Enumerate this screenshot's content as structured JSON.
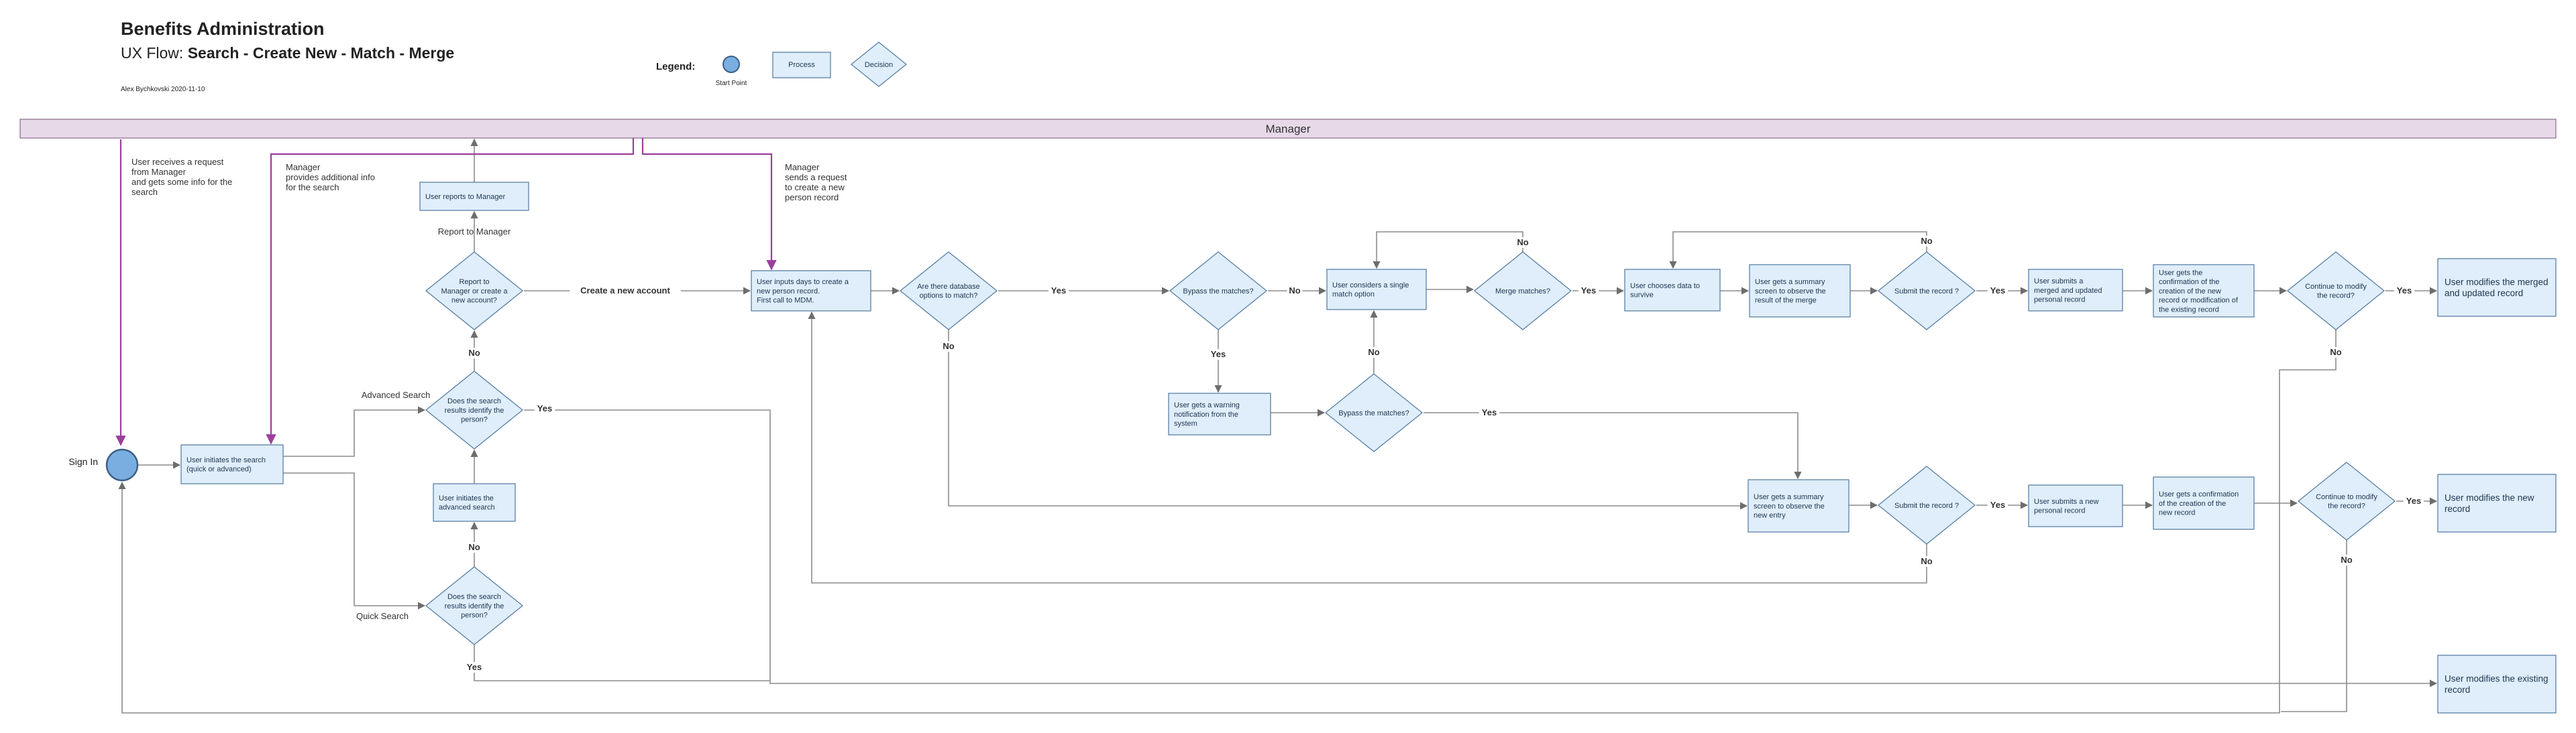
{
  "header": {
    "title": "Benefits Administration",
    "subtitle_prefix": "UX Flow: ",
    "subtitle_main": "Search - Create New - Match - Merge",
    "author": "Alex Bychkovski 2020-11-10"
  },
  "legend": {
    "label": "Legend:",
    "start": "Start Point",
    "process": "Process",
    "decision": "Decision"
  },
  "swimlane": {
    "label": "Manager"
  },
  "colors": {
    "node_fill": "#dfeefa",
    "node_stroke": "#5a7fa6",
    "start_fill": "#7aaee0",
    "lane_fill": "#e8d9e8",
    "lane_stroke": "#8a6a8a",
    "edge": "#8c8c8c",
    "manager_edge": "#9b3f9b"
  },
  "notes": {
    "n1": [
      "User receives a request",
      "from Manager",
      "and gets some info for the",
      "search"
    ],
    "n2": [
      "Manager",
      "provides additional info",
      "for the search"
    ],
    "n3": [
      "Manager",
      "sends a request",
      "to create a new",
      "person record"
    ]
  },
  "nodes": {
    "start": "Sign In",
    "initiate": [
      "User initiates the search",
      "(quick or advanced)"
    ],
    "adv_init": [
      "User initiates the",
      "advanced search"
    ],
    "reports": [
      "User reports to Manager"
    ],
    "d_report": [
      "Report to",
      "Manager or create a",
      "new account?"
    ],
    "d_adv": [
      "Does the search",
      "results identify the",
      "person?"
    ],
    "d_quick": [
      "Does the search",
      "results identify the",
      "person?"
    ],
    "inputs": [
      "User inputs days to create a",
      "new person record.",
      "First call to MDM."
    ],
    "d_db": [
      "Are there database",
      "options to match?"
    ],
    "d_bypass1": [
      "Bypass the matches?"
    ],
    "warning": [
      "User gets a warning",
      "notification from the",
      "system"
    ],
    "d_bypass2": [
      "Bypass the matches?"
    ],
    "single": [
      "User considers a single",
      "match option"
    ],
    "d_merge": [
      "Merge matches?"
    ],
    "chooses": [
      "User chooses data to",
      "survive"
    ],
    "summary_merge": [
      "User gets a summary",
      "screen to observe the",
      "result of the merge"
    ],
    "d_submit1": [
      "Submit the record ?"
    ],
    "submits_merged": [
      "User submits a",
      "merged and updated",
      "personal record"
    ],
    "confirm_merged": [
      "User gets the",
      "confirmation of the",
      "creation of the new",
      "record or modification of",
      "the existing record"
    ],
    "d_continue1": [
      "Continue to modify",
      "the record?"
    ],
    "final_merged": [
      "User modifies the merged",
      "and updated record"
    ],
    "summary_new": [
      "User gets a summary",
      "screen to observe the",
      "new entry"
    ],
    "d_submit2": [
      "Submit the record ?"
    ],
    "submits_new": [
      "User submits a new",
      "personal record"
    ],
    "confirm_new": [
      "User gets a confirmation",
      "of the creation of the",
      "new record"
    ],
    "d_continue2": [
      "Continue to modify",
      "the record?"
    ],
    "final_new": [
      "User modifies the new",
      "record"
    ],
    "final_existing": [
      "User modifies the existing",
      "record"
    ]
  },
  "edge_labels": {
    "report_to_manager": "Report to Manager",
    "create_account": "Create  a new account",
    "no_report": "No",
    "advanced_search": "Advanced Search",
    "quick_search": "Quick Search",
    "yes_adv": "Yes",
    "no_quick": "No",
    "yes_quick": "Yes",
    "yes_db": "Yes",
    "no_db": "No",
    "no_bypass1": "No",
    "yes_bypass1": "Yes",
    "no_bypass2": "No",
    "yes_bypass2": "Yes",
    "no_merge": "No",
    "yes_merge": "Yes",
    "no_submit1": "No",
    "yes_submit1": "Yes",
    "no_continue1": "No",
    "yes_continue1": "Yes",
    "no_submit2": "No",
    "yes_submit2": "Yes",
    "no_continue2": "No",
    "yes_continue2": "Yes"
  }
}
